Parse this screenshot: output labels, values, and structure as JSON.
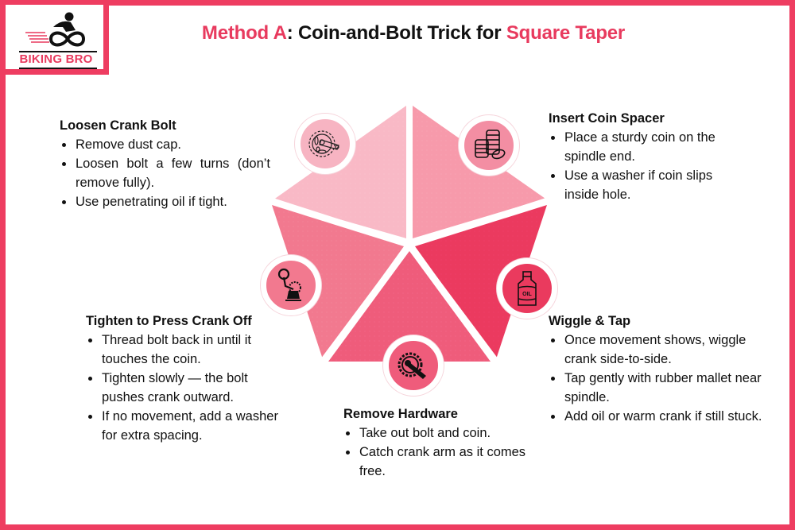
{
  "brand": {
    "name": "BIKING BRO",
    "color": "#e83a5e"
  },
  "title": {
    "part1": "Method A",
    "part2": ": Coin-and-Bolt Trick for ",
    "part3": "Square Taper"
  },
  "colors": {
    "frame": "#ee3d61",
    "segment_loosen": "#f9b9c6",
    "segment_insert": "#f79aab",
    "segment_wiggle": "#eb3a5f",
    "segment_remove": "#ef5c7b",
    "segment_tighten": "#f2798f"
  },
  "steps": [
    {
      "id": "loosen",
      "title": "Loosen Crank Bolt",
      "icon": "crankset-icon",
      "bullets": [
        "Remove dust cap.",
        "Loosen bolt a few turns (don’t remove fully).",
        "Use penetrating oil if tight."
      ]
    },
    {
      "id": "insert",
      "title": "Insert Coin Spacer",
      "icon": "coins-icon",
      "bullets": [
        "Place a sturdy coin on the spindle end.",
        "Use a washer if coin slips inside hole."
      ]
    },
    {
      "id": "wiggle",
      "title": "Wiggle & Tap",
      "icon": "oil-bottle-icon",
      "bullets": [
        "Once movement shows, wiggle crank side-to-side.",
        "Tap gently with rubber mallet near spindle.",
        "Add oil or warm crank if still stuck."
      ]
    },
    {
      "id": "remove",
      "title": "Remove Hardware",
      "icon": "chainring-crank-icon",
      "bullets": [
        "Take out bolt and coin.",
        "Catch crank arm as it comes free."
      ]
    },
    {
      "id": "tighten",
      "title": "Tighten to Press Crank Off",
      "icon": "crank-puller-icon",
      "bullets": [
        "Thread bolt back in until it touches the coin.",
        "Tighten slowly — the bolt pushes crank outward.",
        "If no movement, add a washer for extra spacing."
      ]
    }
  ],
  "icon_labels": {
    "oil": "OIL"
  }
}
